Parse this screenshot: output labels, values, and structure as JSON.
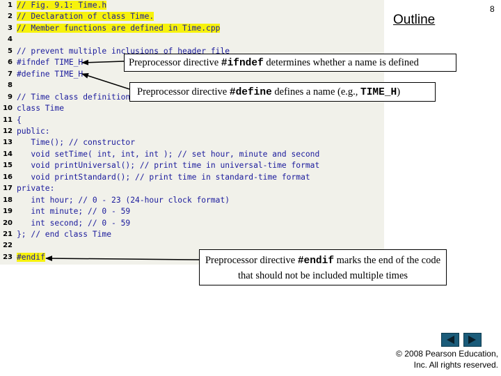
{
  "slide": {
    "outline_title": "Outline",
    "number": "8"
  },
  "code_lines": [
    {
      "n": "1",
      "segs": [
        {
          "t": "// Fig. 9.1: ",
          "c": "c-cmt",
          "hl": true
        },
        {
          "t": "Time.h",
          "c": "c-cmt",
          "hl": true
        }
      ]
    },
    {
      "n": "2",
      "segs": [
        {
          "t": "// Declaration of class Time.",
          "c": "c-cmt",
          "hl": true
        }
      ]
    },
    {
      "n": "3",
      "segs": [
        {
          "t": "// Member functions are defined in Time.cpp",
          "c": "c-cmt",
          "hl": true
        }
      ]
    },
    {
      "n": "4",
      "segs": []
    },
    {
      "n": "5",
      "segs": [
        {
          "t": "// prevent multiple inclusions of header file",
          "c": "c-cmt"
        }
      ]
    },
    {
      "n": "6",
      "segs": [
        {
          "t": "#ifndef TIME_H",
          "c": "c-kw"
        }
      ]
    },
    {
      "n": "7",
      "segs": [
        {
          "t": "#define TIME_H",
          "c": "c-kw"
        }
      ]
    },
    {
      "n": "8",
      "segs": []
    },
    {
      "n": "9",
      "segs": [
        {
          "t": "// Time class definition",
          "c": "c-cmt"
        }
      ]
    },
    {
      "n": "10",
      "segs": [
        {
          "t": "class Time",
          "c": "c-kw"
        }
      ]
    },
    {
      "n": "11",
      "segs": [
        {
          "t": "{",
          "c": "c-kw"
        }
      ]
    },
    {
      "n": "12",
      "segs": [
        {
          "t": "public:",
          "c": "c-kw"
        }
      ]
    },
    {
      "n": "13",
      "segs": [
        {
          "t": "   Time(); // constructor",
          "c": "c-kw"
        }
      ]
    },
    {
      "n": "14",
      "segs": [
        {
          "t": "   void setTime( int, int, int ); // set hour, minute and second",
          "c": "c-kw"
        }
      ]
    },
    {
      "n": "15",
      "segs": [
        {
          "t": "   void printUniversal(); // print time in universal-time format",
          "c": "c-kw"
        }
      ]
    },
    {
      "n": "16",
      "segs": [
        {
          "t": "   void printStandard(); // print time in standard-time format",
          "c": "c-kw"
        }
      ]
    },
    {
      "n": "17",
      "segs": [
        {
          "t": "private:",
          "c": "c-kw"
        }
      ]
    },
    {
      "n": "18",
      "segs": [
        {
          "t": "   int hour; // 0 - 23 (24-hour clock format)",
          "c": "c-kw"
        }
      ]
    },
    {
      "n": "19",
      "segs": [
        {
          "t": "   int minute; // 0 - 59",
          "c": "c-kw"
        }
      ]
    },
    {
      "n": "20",
      "segs": [
        {
          "t": "   int second; // 0 - 59",
          "c": "c-kw"
        }
      ]
    },
    {
      "n": "21",
      "segs": [
        {
          "t": "}; // end class Time",
          "c": "c-kw"
        }
      ]
    },
    {
      "n": "22",
      "segs": []
    },
    {
      "n": "23",
      "segs": [
        {
          "t": "#endif",
          "c": "c-kw",
          "hl": true
        }
      ]
    }
  ],
  "callouts": {
    "ifndef": {
      "pre": "Preprocessor directive ",
      "code": "#ifndef",
      "post": " determines whether a name is defined"
    },
    "define": {
      "pre": "Preprocessor directive ",
      "code": "#define",
      "mid": " defines a name (e.g., ",
      "code2": "TIME_H",
      "post": ")"
    },
    "endif": {
      "pre": "Preprocessor directive ",
      "code": "#endif",
      "post": " marks the end of the code that should not be included multiple times"
    }
  },
  "nav": {
    "prev_icon": "triangle-left-icon",
    "next_icon": "triangle-right-icon",
    "color": "#1b5c7a"
  },
  "copyright": {
    "line1": "© 2008 Pearson Education,",
    "line2": "Inc.  All rights reserved."
  },
  "colors": {
    "code_bg": "#f1f1ea",
    "highlight": "#f7f20c",
    "code_text": "#1a1a9c"
  }
}
